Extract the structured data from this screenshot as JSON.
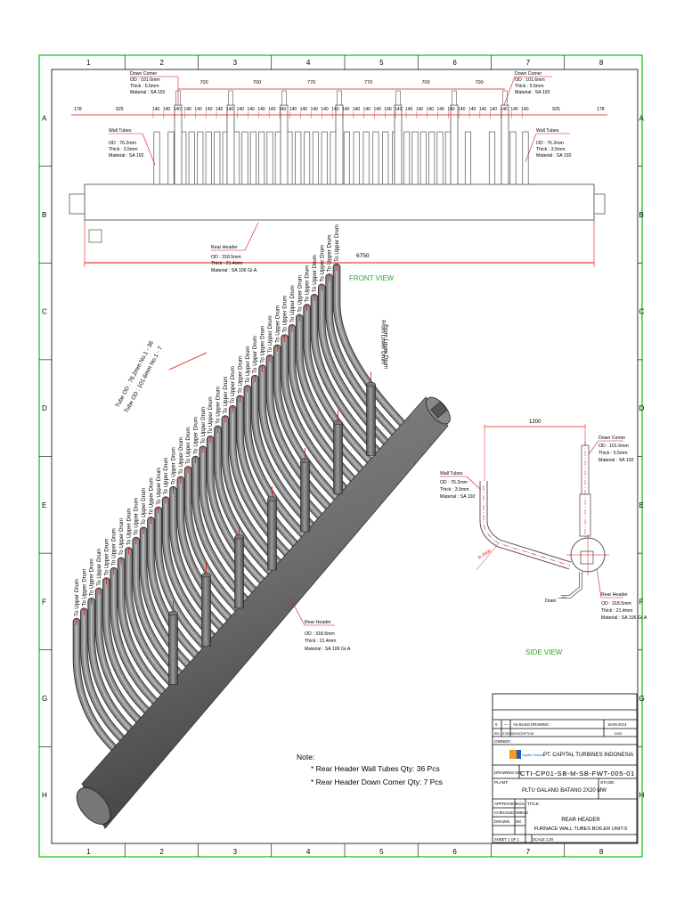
{
  "columns": [
    "1",
    "2",
    "3",
    "4",
    "5",
    "6",
    "7",
    "8"
  ],
  "rows": [
    "A",
    "B",
    "C",
    "D",
    "E",
    "F",
    "G",
    "H"
  ],
  "front_view": {
    "label": "FRONT VIEW",
    "down_comer_left": {
      "title": "Down Comer",
      "od": "OD : 101.6mm",
      "thick": "Thick : 5.5mm",
      "material": "Material : SA 192"
    },
    "down_comer_right": {
      "title": "Down Comer",
      "od": "OD : 101.6mm",
      "thick": "Thick : 5.5mm",
      "material": "Material : SA 192"
    },
    "wall_tubes_left": {
      "title": "Wall Tubes",
      "od": "OD : 76.2mm",
      "thick": "Thick : 3.5mm",
      "material": "Material : SA 192"
    },
    "wall_tubes_right": {
      "title": "Wall Tubes",
      "od": "OD : 76.2mm",
      "thick": "Thick : 3.5mm",
      "material": "Material : SA 192"
    },
    "rear_header": {
      "title": "Rear Header",
      "od": "OD : 318.5mm",
      "thick": "Thick : 21.4mm",
      "material": "Material : SA 106 Gr.A"
    },
    "top_dims": [
      "700",
      "700",
      "770",
      "770",
      "700",
      "700"
    ],
    "pitch_dims": [
      "140",
      "140",
      "140",
      "140",
      "140",
      "140",
      "140",
      "140",
      "140",
      "140",
      "140",
      "140",
      "140",
      "140",
      "140",
      "140",
      "140",
      "140",
      "140",
      "140",
      "140",
      "140",
      "140",
      "140",
      "140",
      "140",
      "140",
      "140",
      "140",
      "140",
      "140",
      "140",
      "140",
      "140",
      "140",
      "140"
    ],
    "end_dims": {
      "left_edge": "178",
      "left_gap": "925",
      "right_gap": "925",
      "right_edge": "178"
    },
    "overall": "6750"
  },
  "iso_view": {
    "tube_label": "To Upper Drum",
    "tube_count": 36,
    "lower_drum_label": "From Lower Drum",
    "downcomer_count": 7,
    "spec_line1": "Tube OD : 76.2mm No.1 - 36",
    "spec_line2": "Tube OD : 101.6mm No.1 - 7",
    "rear_header": {
      "title": "Rear Header",
      "od": "OD : 318.5mm",
      "thick": "Thick : 21.4mm",
      "material": "Material : SA 106 Gr.A"
    }
  },
  "side_view": {
    "label": "SIDE VIEW",
    "dim_1200": "1200",
    "radius": "R 2000",
    "down_comer": {
      "title": "Down Comer",
      "od": "OD : 101.6mm",
      "thick": "Thick : 5.5mm",
      "material": "Material : SA 192"
    },
    "wall_tubes": {
      "title": "Wall Tubes",
      "od": "OD : 76.2mm",
      "thick": "Thick : 3.5mm",
      "material": "Material : SA 192"
    },
    "rear_header": {
      "title": "Rear Header",
      "od": "OD : 318.5mm",
      "thick": "Thick : 21.4mm",
      "material": "Material : SA 106 Gr.A"
    },
    "drain": "Drain"
  },
  "notes": {
    "title": "Note:",
    "line1": "* Rear Header Wall Tubes Qty: 36 Pcs",
    "line2": "* Rear Header Down Comer Qty: 7 Pcs"
  },
  "title_block": {
    "rev_row_a": {
      "rev": "0",
      "mark": "—",
      "desc": "AS BUILD DRAWING",
      "date": "15-09-2014"
    },
    "rev_row_b": {
      "rev": "REV",
      "by": "STATUS",
      "desc": "DESCRIPTION",
      "date": "DATE"
    },
    "owner_label": "OWNER:",
    "company": "PT. CAPITAL TURBINES INDONESIA",
    "logo_text": "Capital Turbines",
    "drawing_no_label": "DRAWING NO.",
    "drawing_no": "CTI-CP01-SB-M-SB-FWT-005-01",
    "plant_label": "PLANT:",
    "plant": "PLTU GALANG BATANG 2X20 MW",
    "stage_label": "STAGE:",
    "approved_label": "APPROVED",
    "approved": "AGS",
    "checked_label": "CHECKED",
    "checked": "WBUD",
    "drawn_label": "DRAWN",
    "drawn": "DK",
    "title_label": "TITLE:",
    "title_line1": "REAR HEADER",
    "title_line2": "FURNACE WALL TUBES BOILER UNIT-5",
    "sheet": "SHEET 1 OF 1",
    "scale": "SCALE 1:20"
  },
  "colors": {
    "border": "#2fc82f",
    "dims": "#e01010",
    "pipe": "#6e6e6e",
    "pipe_light": "#a9a9a9",
    "view_label": "#22aa22"
  }
}
